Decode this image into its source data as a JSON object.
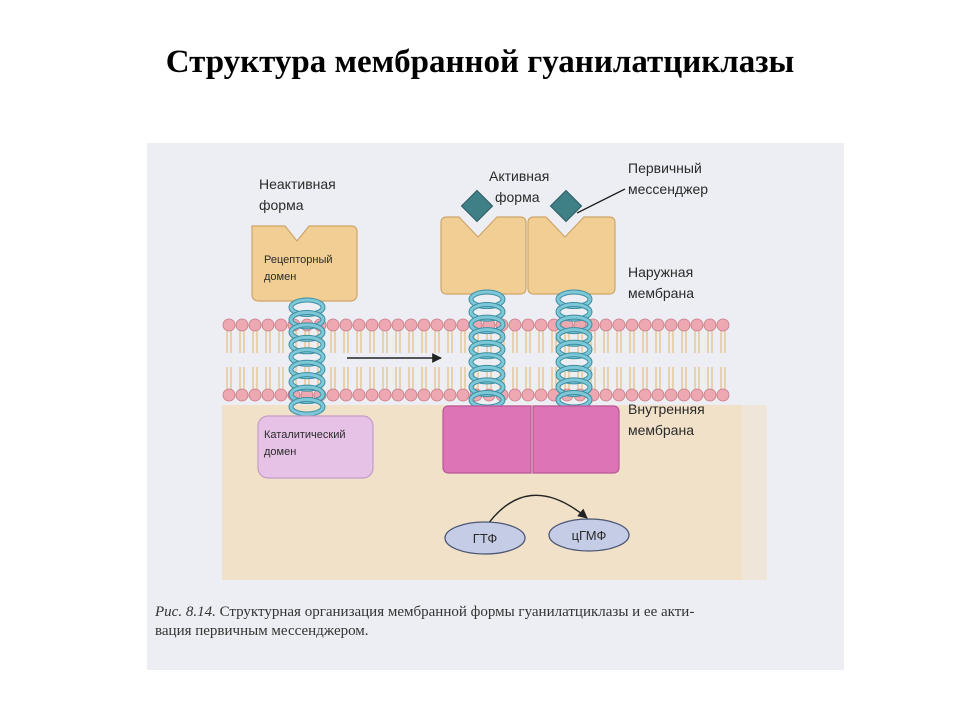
{
  "slide": {
    "title": "Структура мембранной гуанилатциклазы"
  },
  "figure": {
    "labels": {
      "inactive_line1": "Неактивная",
      "inactive_line2": "форма",
      "active_line1": "Активная",
      "active_line2": "форма",
      "messenger_line1": "Первичный",
      "messenger_line2": "мессенджер",
      "receptor_line1": "Рецепторный",
      "receptor_line2": "домен",
      "outer_line1": "Наружная",
      "outer_line2": "мембрана",
      "inner_line1": "Внутренняя",
      "inner_line2": "мембрана",
      "catalytic_line1": "Каталитический",
      "catalytic_line2": "домен",
      "gtp": "ГТФ",
      "cgmp": "цГМФ"
    },
    "caption": {
      "prefix": "Рис. 8.14.",
      "line1": " Структурная организация мембранной формы гуанилатциклазы и ее акти-",
      "line2": "вация первичным мессенджером."
    },
    "colors": {
      "receptor": "#f1cf94",
      "catalytic_inactive": "#e6c3e6",
      "catalytic_active": "#dd74b6",
      "helix": "#5fb6c8",
      "lipid_head": "#eea8b2",
      "ligand": "#3f7f86",
      "cytoplasm": "#f1e1c8",
      "nucleotide": "#c5cde6"
    }
  }
}
